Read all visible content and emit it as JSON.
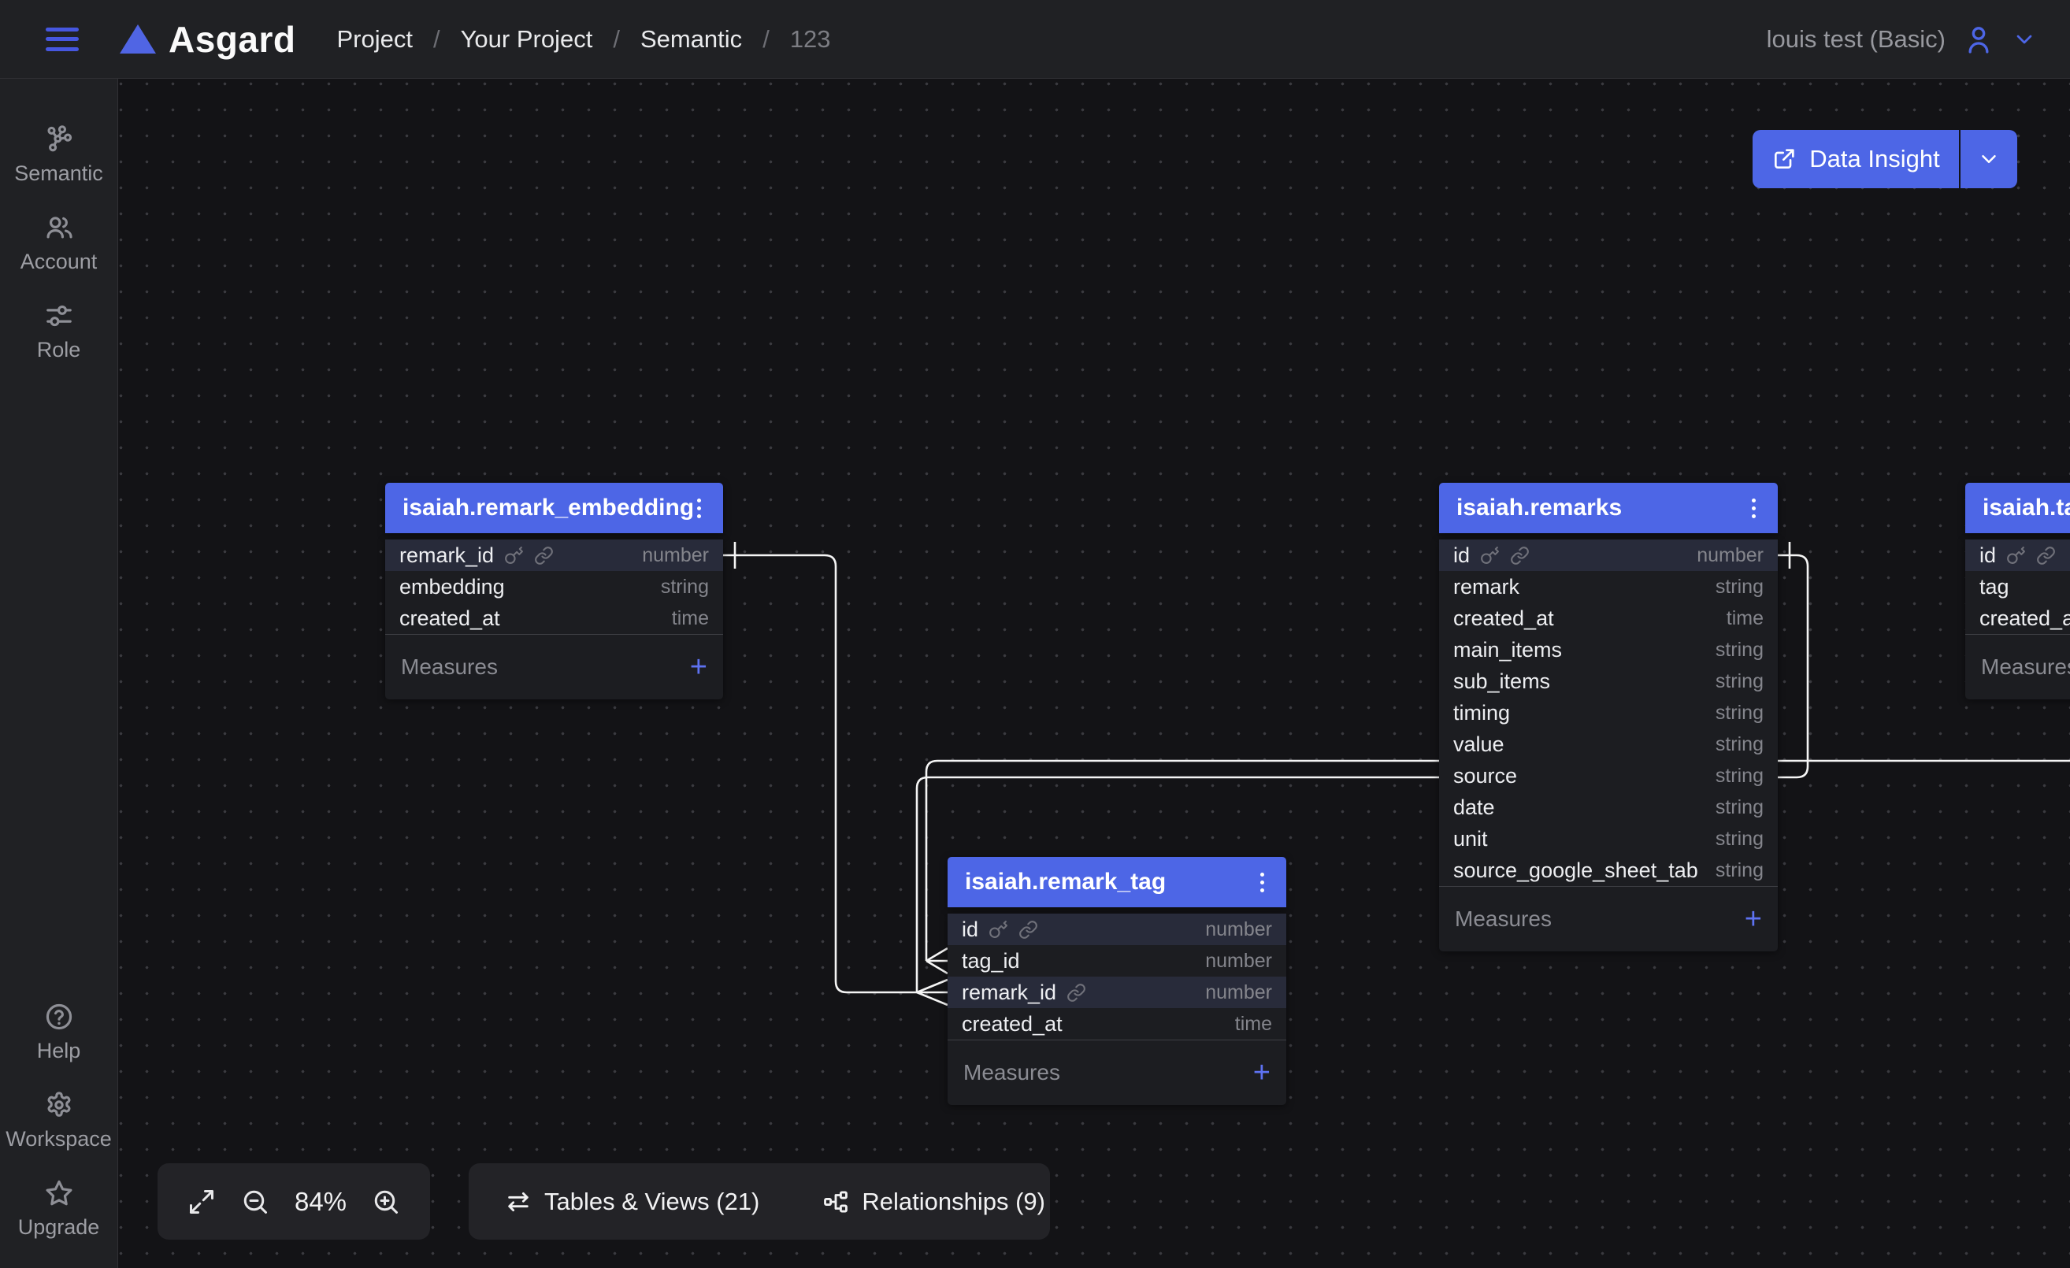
{
  "topbar": {
    "logo_text": "Asgard",
    "separator": "/",
    "breadcrumbs": [
      "Project",
      "Your Project",
      "Semantic",
      "123"
    ],
    "user_label": "louis test (Basic)"
  },
  "sidebar": {
    "top": [
      {
        "label": "Semantic"
      },
      {
        "label": "Account"
      },
      {
        "label": "Role"
      }
    ],
    "bottom": [
      {
        "label": "Help"
      },
      {
        "label": "Workspace"
      },
      {
        "label": "Upgrade"
      }
    ]
  },
  "canvas": {
    "data_insight": {
      "label": "Data Insight"
    },
    "glyphs": {
      "plus": "+"
    },
    "tables": [
      {
        "title": "isaiah.remark_embeddings",
        "measures_label": "Measures",
        "fields": [
          {
            "name": "remark_id",
            "type": "number",
            "key": true,
            "link": true,
            "highlight": true
          },
          {
            "name": "embedding",
            "type": "string"
          },
          {
            "name": "created_at",
            "type": "time"
          }
        ]
      },
      {
        "title": "isaiah.remarks",
        "measures_label": "Measures",
        "fields": [
          {
            "name": "id",
            "type": "number",
            "key": true,
            "link": true,
            "highlight": true
          },
          {
            "name": "remark",
            "type": "string"
          },
          {
            "name": "created_at",
            "type": "time"
          },
          {
            "name": "main_items",
            "type": "string"
          },
          {
            "name": "sub_items",
            "type": "string"
          },
          {
            "name": "timing",
            "type": "string"
          },
          {
            "name": "value",
            "type": "string"
          },
          {
            "name": "source",
            "type": "string"
          },
          {
            "name": "date",
            "type": "string"
          },
          {
            "name": "unit",
            "type": "string"
          },
          {
            "name": "source_google_sheet_tab",
            "type": "string"
          }
        ]
      },
      {
        "title": "isaiah.remark_tag",
        "measures_label": "Measures",
        "fields": [
          {
            "name": "id",
            "type": "number",
            "key": true,
            "link": true,
            "highlight": true
          },
          {
            "name": "tag_id",
            "type": "number"
          },
          {
            "name": "remark_id",
            "type": "number",
            "link": true,
            "highlight": true
          },
          {
            "name": "created_at",
            "type": "time"
          }
        ]
      },
      {
        "title": "isaiah.tags",
        "measures_label": "Measures",
        "fields": [
          {
            "name": "id",
            "type": "",
            "key": true,
            "link": true,
            "highlight": true
          },
          {
            "name": "tag",
            "type": ""
          },
          {
            "name": "created_at",
            "type": ""
          }
        ]
      }
    ],
    "relationships": [
      {
        "from": "isaiah.remark_embeddings.remark_id",
        "from_marker": "one",
        "to": "isaiah.remark_tag.remark_id",
        "to_marker": "many"
      },
      {
        "from": "isaiah.remarks.id",
        "from_marker": "one",
        "to": "isaiah.remark_tag.remark_id",
        "to_marker": "many"
      },
      {
        "from": "offscreen-right",
        "from_marker": "not-visible",
        "to": "isaiah.remark_tag.tag_id",
        "to_marker": "many"
      }
    ]
  },
  "toolbar": {
    "zoom_level": "84%",
    "tables_tab": "Tables & Views (21)",
    "relationships_tab": "Relationships (9)"
  },
  "colors": {
    "accent": "#4d66e6",
    "relationship_line": "#f5f5f5",
    "canvas_bg": "#131316",
    "chrome_bg": "#202124",
    "row_highlight": "#282b3a"
  }
}
